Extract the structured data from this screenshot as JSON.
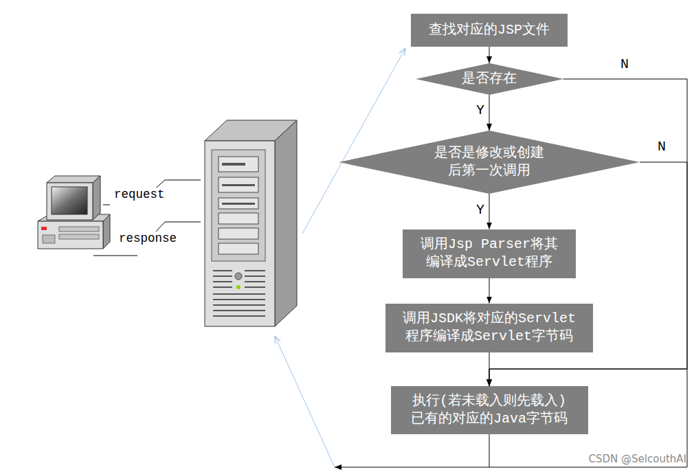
{
  "diagram": {
    "nodes": [
      {
        "text": [
          "查找对应的JSP文件"
        ]
      },
      {
        "text": [
          "是否存在"
        ]
      },
      {
        "text": [
          "是否是修改或创建 后第一次调用"
        ]
      },
      {
        "text": [
          "调用Jsp Parser将其 编译成Servlet程序"
        ]
      },
      {
        "text": [
          "调用JSDK将对应的Servlet 程序编译成Servlet字节码"
        ]
      },
      {
        "text": [
          "执行(若未载入则先载入) 已有的对应的Java字节码"
        ]
      }
    ],
    "edges": [
      {
        "from": 0,
        "to": 1,
        "arrow": "to"
      },
      {
        "from": 1,
        "to": 2,
        "label": "Y",
        "arrow": "to"
      },
      {
        "from": 2,
        "to": 3,
        "label": "Y",
        "arrow": "to"
      },
      {
        "from": 3,
        "to": 4,
        "arrow": "to"
      },
      {
        "from": 4,
        "to": 5,
        "arrow": "to"
      },
      {
        "from": 1,
        "to": 5,
        "label": "N",
        "arrow": "to"
      },
      {
        "from": 2,
        "to": 5,
        "label": "N",
        "arrow": "to"
      }
    ],
    "labels": [
      "request",
      "response",
      "CSDN @SelcouthAI"
    ]
  }
}
